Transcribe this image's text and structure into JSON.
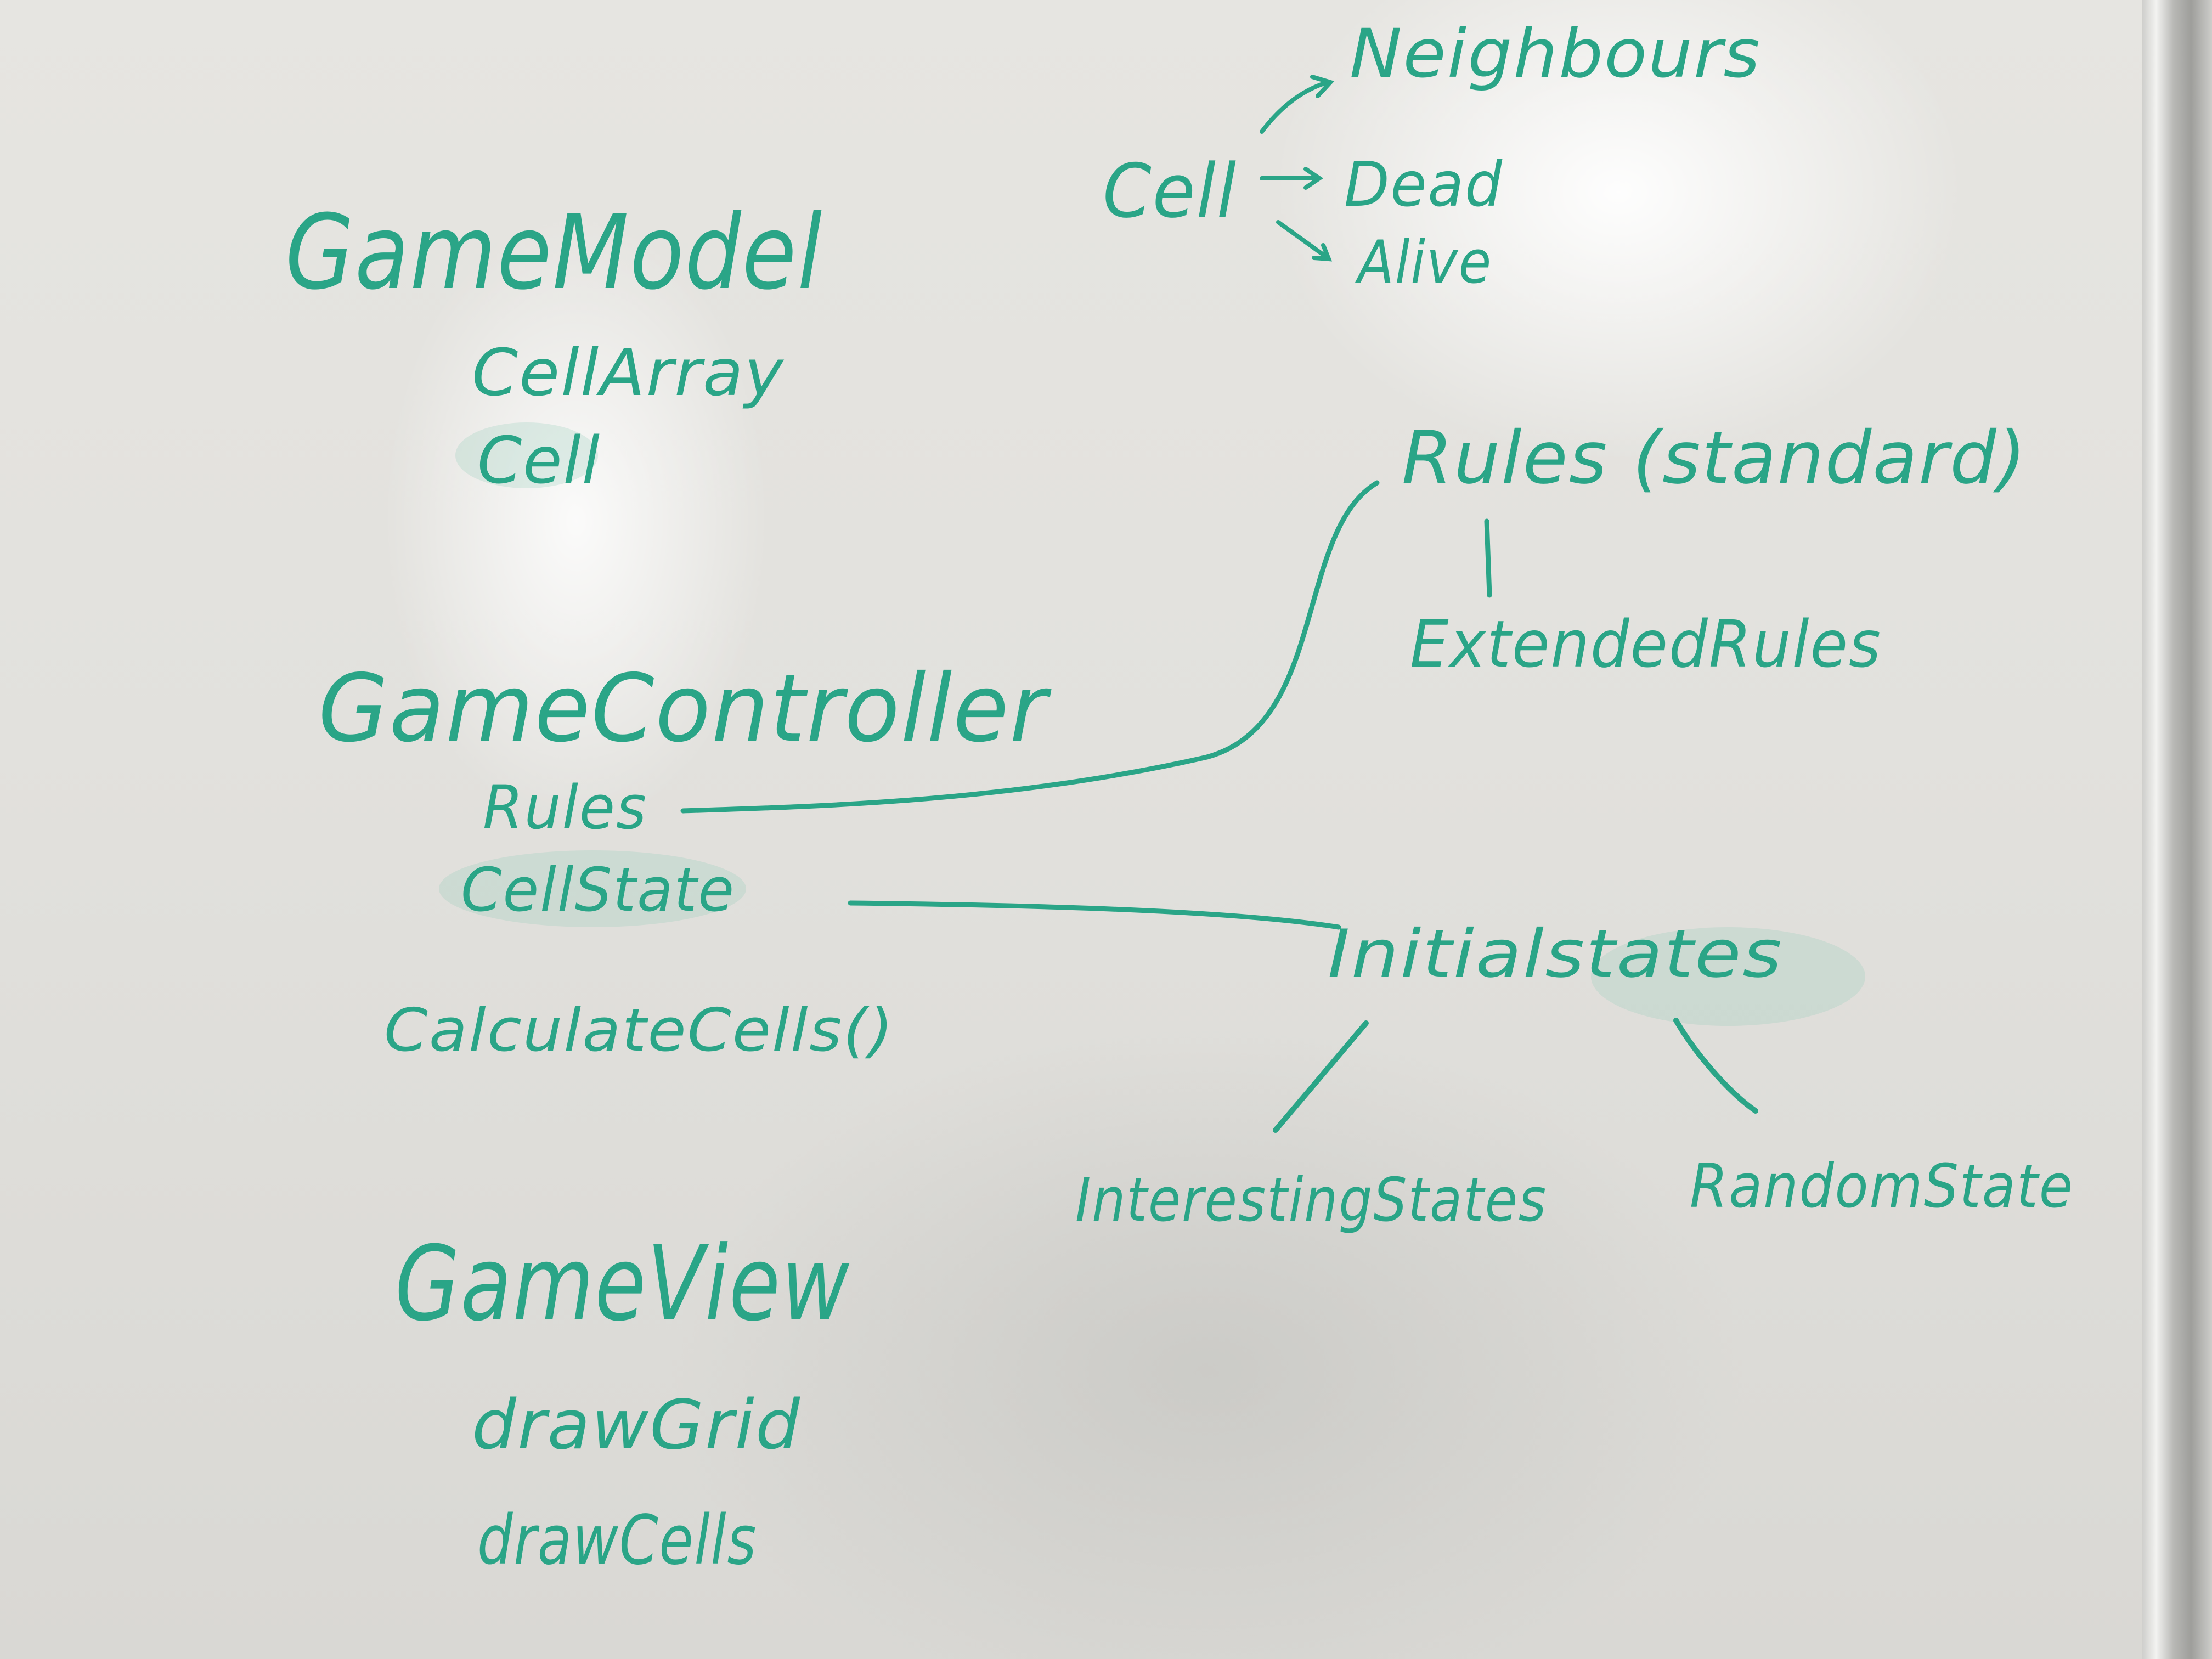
{
  "diagram": {
    "ink_color": "#2aa587",
    "board_color": "#e3e2de",
    "game_model": {
      "title": "GameModel",
      "members": [
        "CellArray",
        "Cell"
      ]
    },
    "game_controller": {
      "title": "GameController",
      "members": [
        "Rules",
        "CellState",
        "CalculateCells()"
      ]
    },
    "game_view": {
      "title": "GameView",
      "members": [
        "drawGrid",
        "drawCells"
      ]
    },
    "cell": {
      "label": "Cell",
      "branches": [
        "Neighbours",
        "Dead",
        "Alive"
      ]
    },
    "rules": {
      "label": "Rules (standard)",
      "child": "ExtendedRules"
    },
    "initial_states": {
      "label": "Initialstates",
      "children": [
        "InterestingStates",
        "RandomState"
      ]
    }
  }
}
